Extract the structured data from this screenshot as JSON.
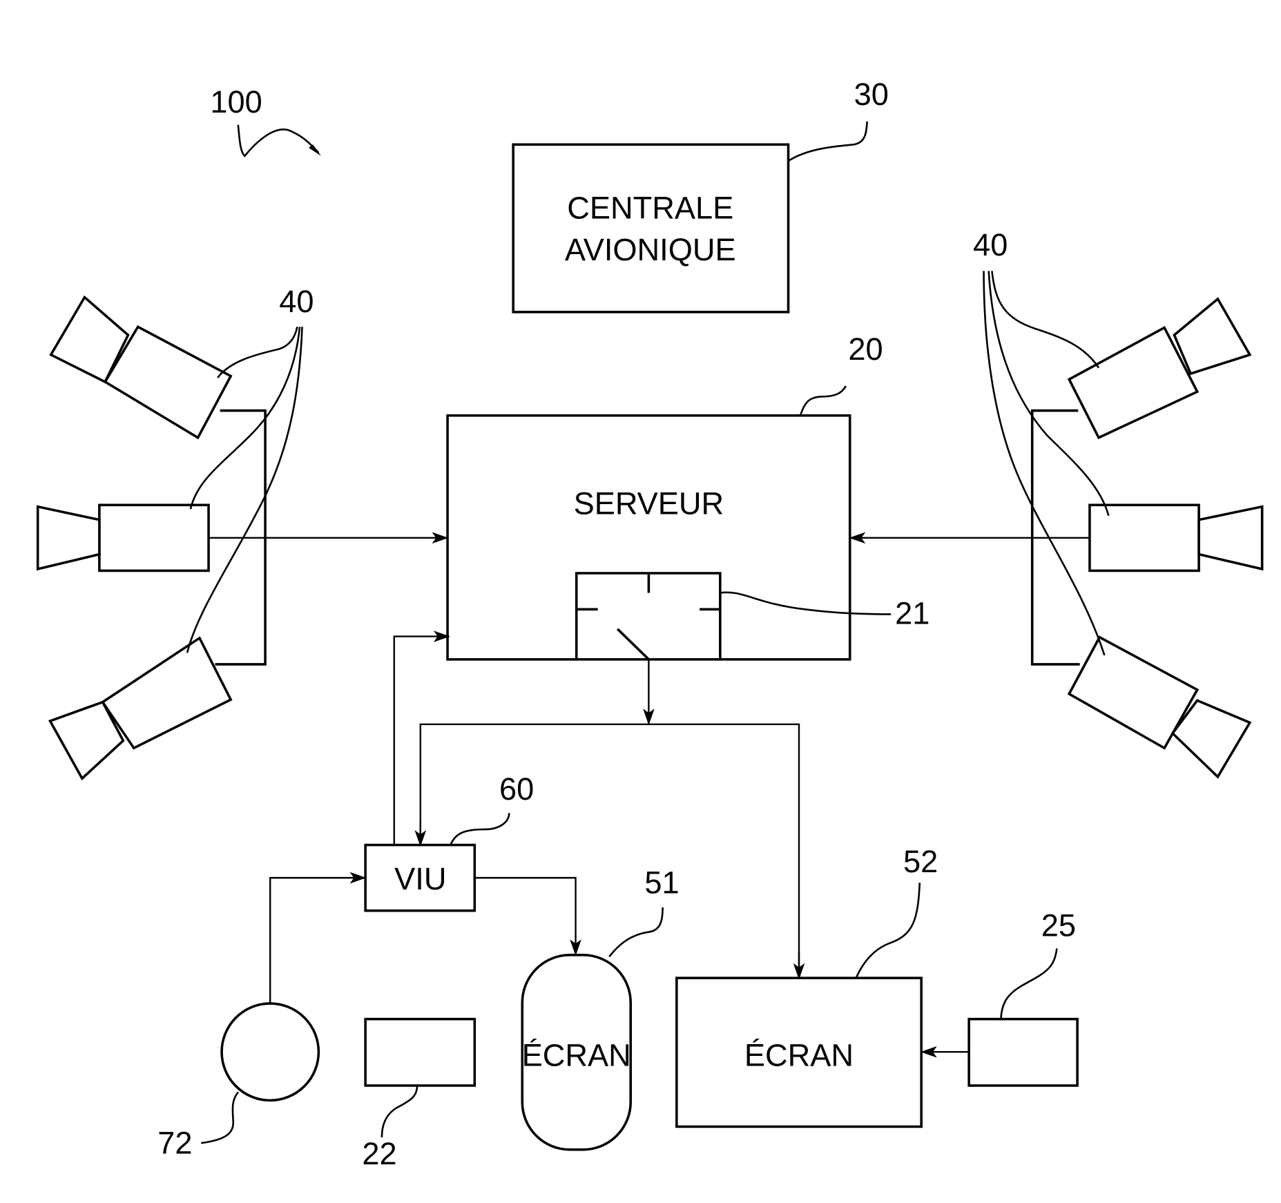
{
  "figure": {
    "system_ref": "100",
    "colors": {
      "ink": "#000000",
      "background": "#ffffff"
    }
  },
  "blocks": {
    "avionics": {
      "ref": "30",
      "label_line1": "CENTRALE",
      "label_line2": "AVIONIQUE"
    },
    "server": {
      "ref": "20",
      "label": "SERVEUR"
    },
    "switch": {
      "ref": "21",
      "icon": "switch-icon"
    },
    "viu": {
      "ref": "60",
      "label": "VIU"
    },
    "screen_left": {
      "ref": "51",
      "label": "ÉCRAN"
    },
    "screen_right": {
      "ref": "52",
      "label": "ÉCRAN"
    },
    "device_22": {
      "ref": "22"
    },
    "device_25": {
      "ref": "25"
    },
    "control_72": {
      "ref": "72",
      "icon": "circle-control-icon"
    }
  },
  "cameras": {
    "left_ref": "40",
    "right_ref": "40",
    "icon": "camera-icon",
    "count_per_side": 3
  },
  "connections": [
    {
      "from": "cameras-left",
      "to": "server"
    },
    {
      "from": "cameras-right",
      "to": "server"
    },
    {
      "from": "viu",
      "to": "server"
    },
    {
      "from": "server-switch",
      "to": "viu"
    },
    {
      "from": "server-switch",
      "to": "screen_right"
    },
    {
      "from": "viu",
      "to": "screen_left"
    },
    {
      "from": "control_72",
      "to": "viu"
    },
    {
      "from": "device_25",
      "to": "screen_right"
    }
  ]
}
